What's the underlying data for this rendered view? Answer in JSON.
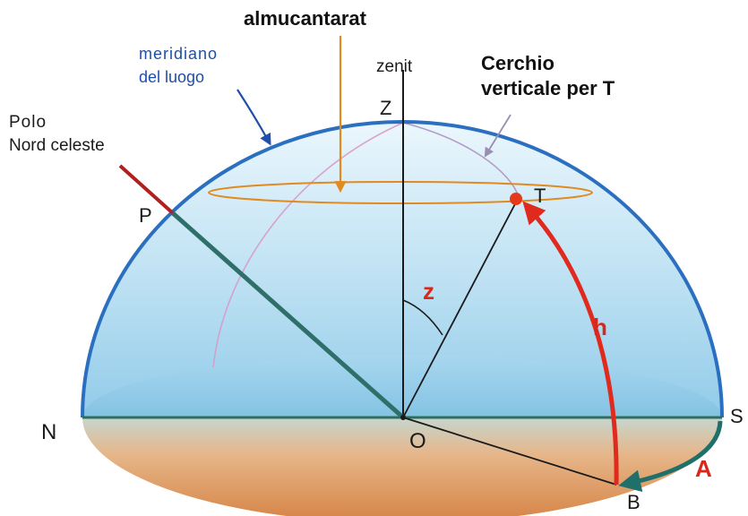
{
  "labels": {
    "almucantarat": "almucantarat",
    "meridiano_line1": "meridiano",
    "meridiano_line2": "del luogo",
    "zenit": "zenit",
    "cerchio_line1": "Cerchio",
    "cerchio_line2": "verticale per T",
    "polo_line1": "Polo",
    "polo_line2": "Nord celeste",
    "Z": "Z",
    "P": "P",
    "T": "T",
    "N": "N",
    "S": "S",
    "O": "O",
    "B": "B",
    "z": "z",
    "h": "h",
    "A": "A"
  },
  "colors": {
    "dome_outline": "#2a6fc0",
    "horizon_plane": "#2f6f5a",
    "polar_axis_outside": "#b02020",
    "polar_axis_inside": "#2f6f6a",
    "almucantarat": "#e08a20",
    "altitude_arc": "#e02a1e",
    "azimuth_arc": "#1f6f6a",
    "star_T": "#e53a1a",
    "meridian_circle": "#d89ac8"
  }
}
